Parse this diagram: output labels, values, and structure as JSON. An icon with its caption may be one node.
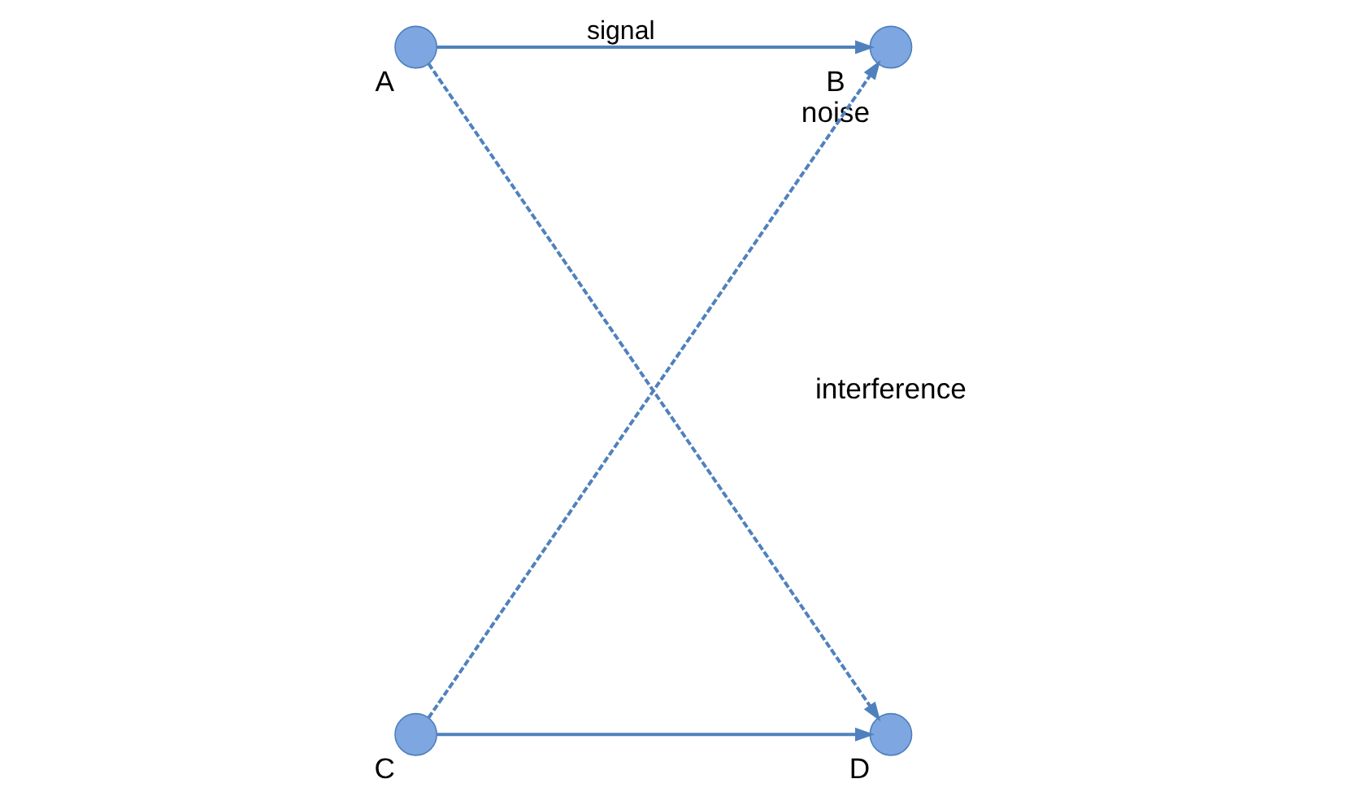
{
  "diagram": {
    "nodes": [
      {
        "text": [
          "A"
        ]
      },
      {
        "text": [
          "B"
        ],
        "beside": [
          "noise"
        ]
      },
      {
        "text": [
          "C"
        ]
      },
      {
        "text": [
          "D"
        ]
      }
    ],
    "edges": [
      {
        "from": 0,
        "to": 1,
        "arrow": "to",
        "label": "signal"
      },
      {
        "from": 0,
        "to": 3,
        "arrow": "to",
        "style": "dashed"
      },
      {
        "from": 2,
        "to": 1,
        "arrow": "to",
        "style": "dashed"
      },
      {
        "from": 2,
        "to": 3,
        "arrow": "to"
      }
    ],
    "labels": [
      "interference"
    ]
  }
}
